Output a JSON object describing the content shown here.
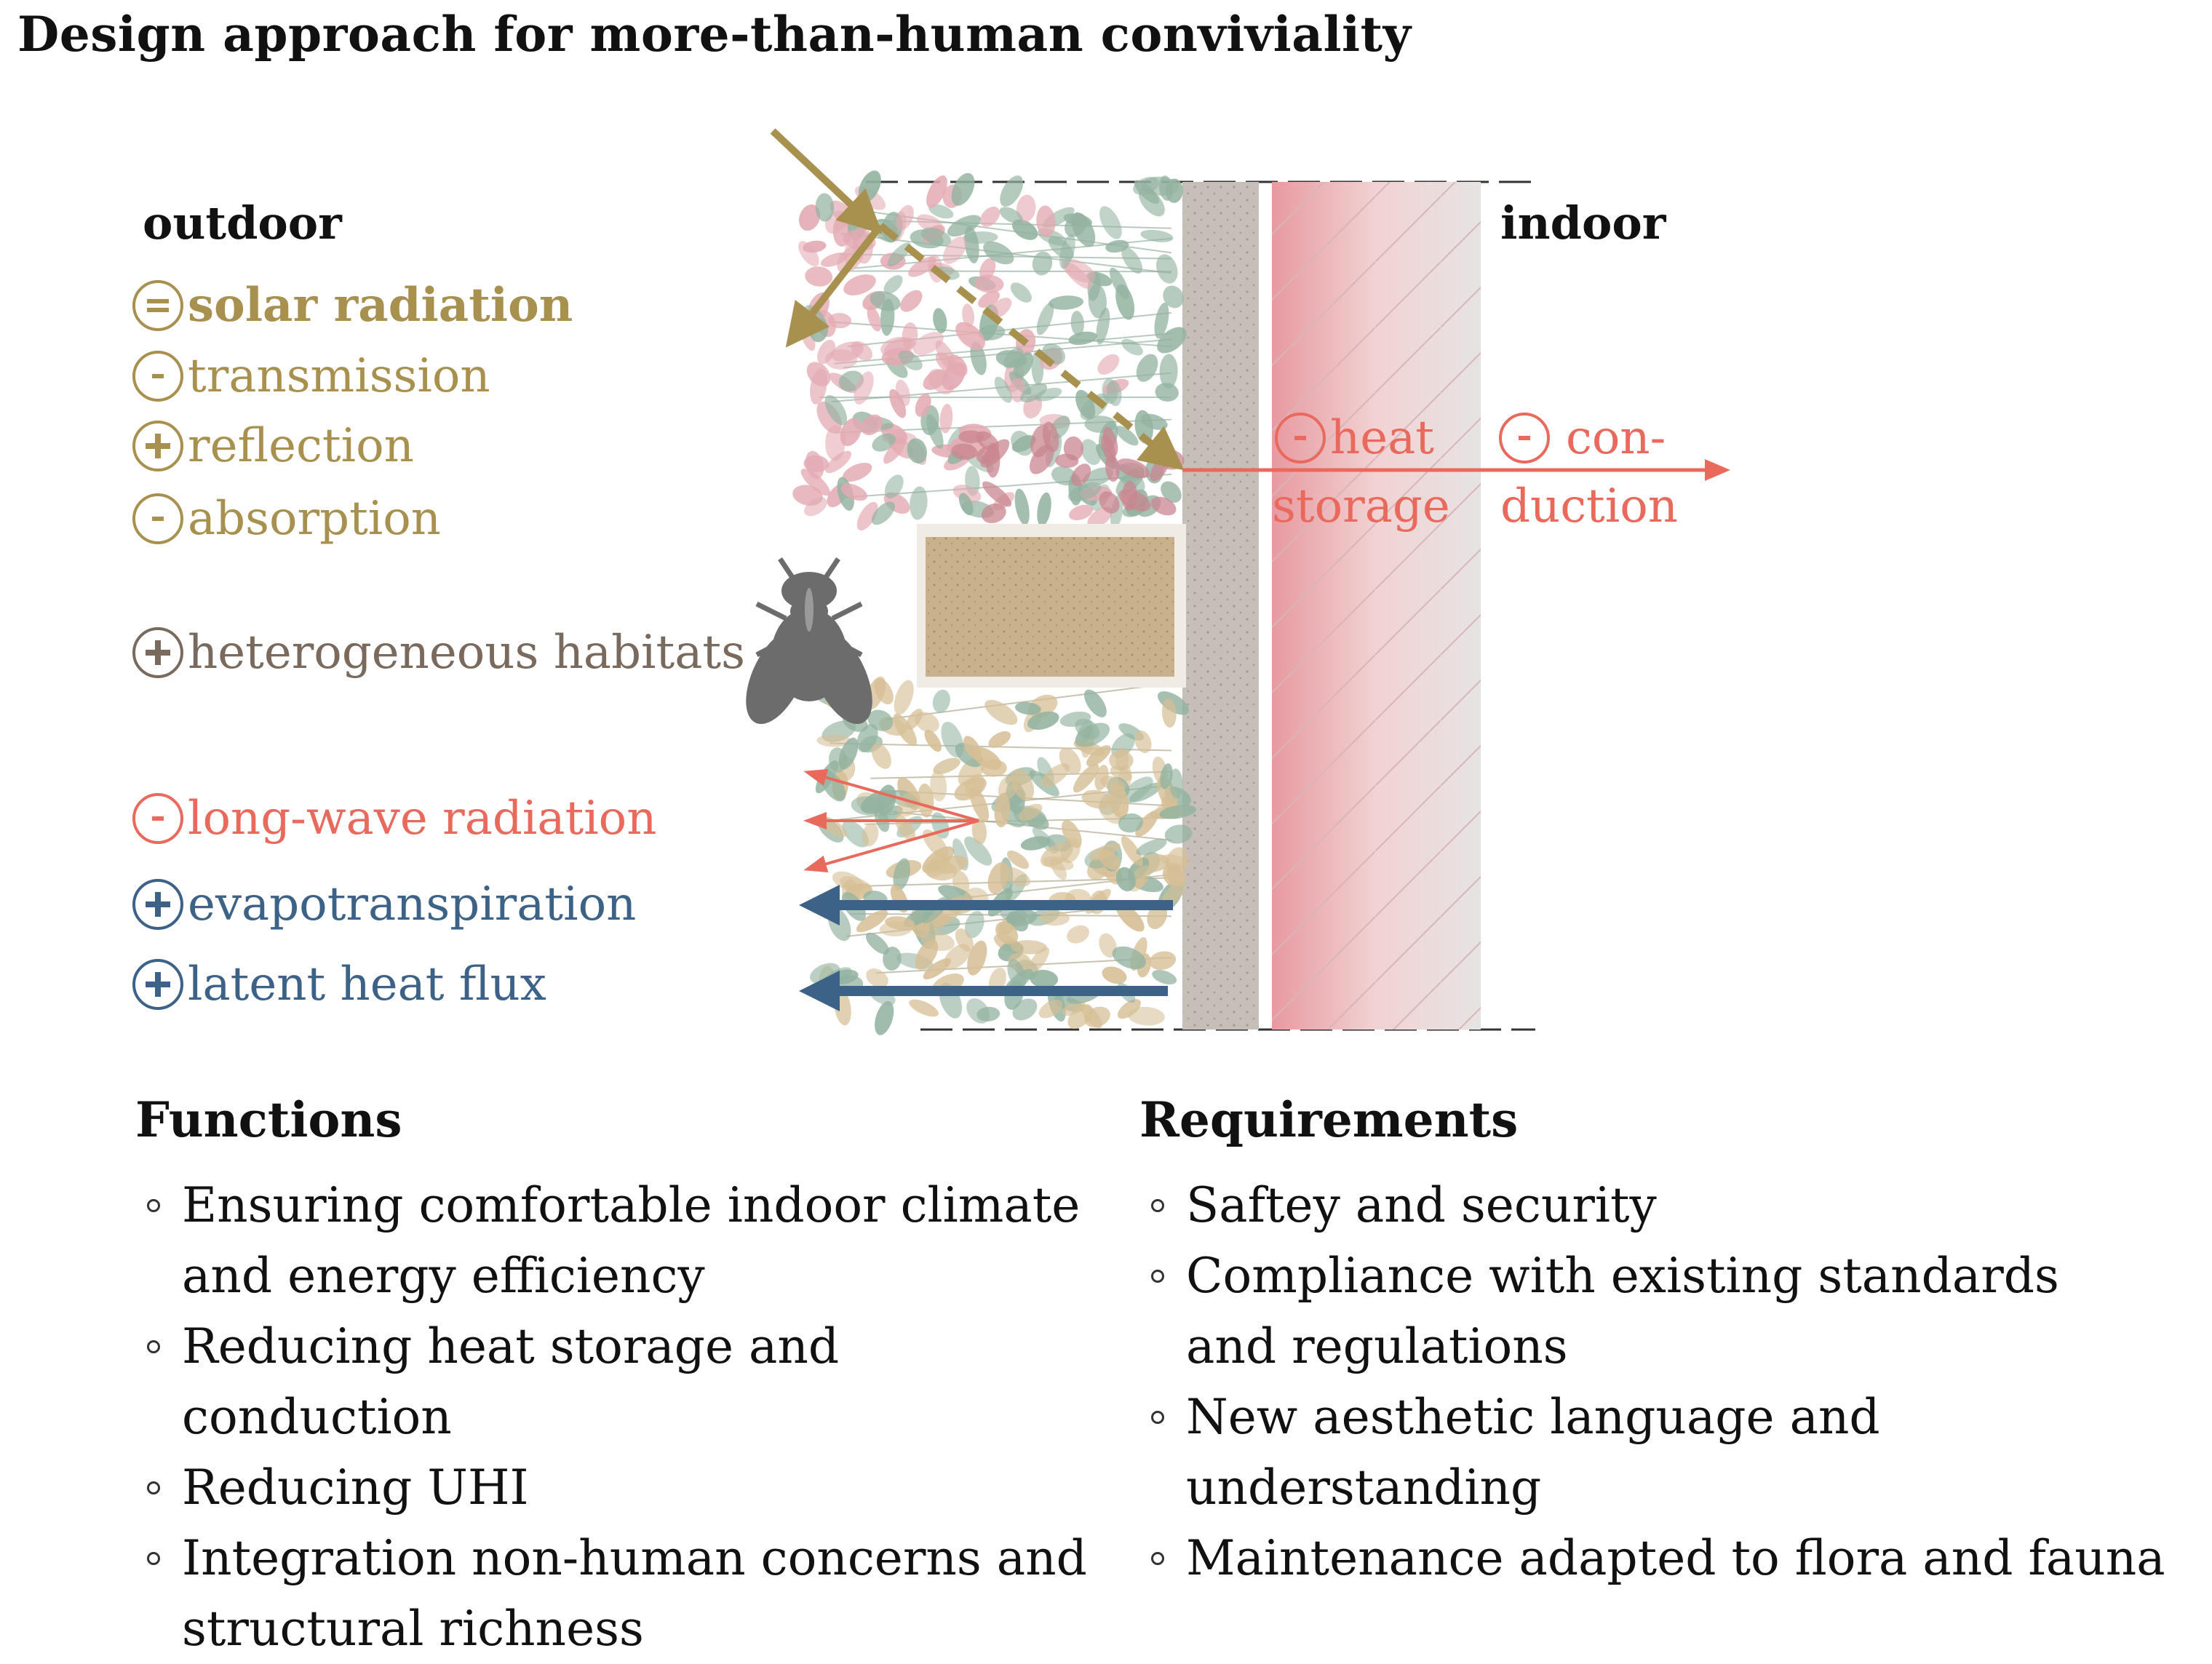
{
  "title": "Design approach for more-than-human conviviality",
  "outdoor_label": "outdoor",
  "indoor_label": "indoor",
  "factors": [
    {
      "symbol": "equals",
      "label": "solar radiation"
    },
    {
      "symbol": "minus",
      "label": "transmission"
    },
    {
      "symbol": "plus",
      "label": "reflection"
    },
    {
      "symbol": "minus",
      "label": "absorption"
    },
    {
      "symbol": "plus",
      "label": "heterogeneous habitats"
    },
    {
      "symbol": "minus",
      "label": "long-wave radiation"
    },
    {
      "symbol": "plus",
      "label": "evapotranspiration"
    },
    {
      "symbol": "plus",
      "label": "latent heat flux"
    }
  ],
  "wall_labels": {
    "heat_symbol": "minus",
    "heat_line1": "heat",
    "heat_line2": "storage",
    "conduction_symbol": "minus",
    "conduction_line1": "con-",
    "conduction_line2": "duction"
  },
  "functions": {
    "heading": "Functions",
    "items": [
      "Ensuring comfortable indoor climate and energy efficiency",
      "Reducing heat storage and conduction",
      "Reducing UHI",
      "Integration non-human concerns and structural richness"
    ]
  },
  "requirements": {
    "heading": "Requirements",
    "items": [
      "Saftey and security",
      "Compliance with existing standards and regulations",
      "New aesthetic language and understanding",
      "Maintenance adapted to flora and fauna"
    ]
  },
  "icons": {
    "insect": "insect-icon",
    "leaves": "leaf-icon",
    "habitat_box": "habitat-box-icon"
  },
  "colors": {
    "solar": "#a8914f",
    "habitat": "#7a6a5e",
    "heat": "#e96a5c",
    "water": "#3c6288",
    "wall": "#c5bfb7",
    "habitat_box": "#c8b18c",
    "leaf_green": "#93b3a0",
    "leaf_pink": "#e3aab2",
    "leaf_tan": "#d6bf96"
  }
}
